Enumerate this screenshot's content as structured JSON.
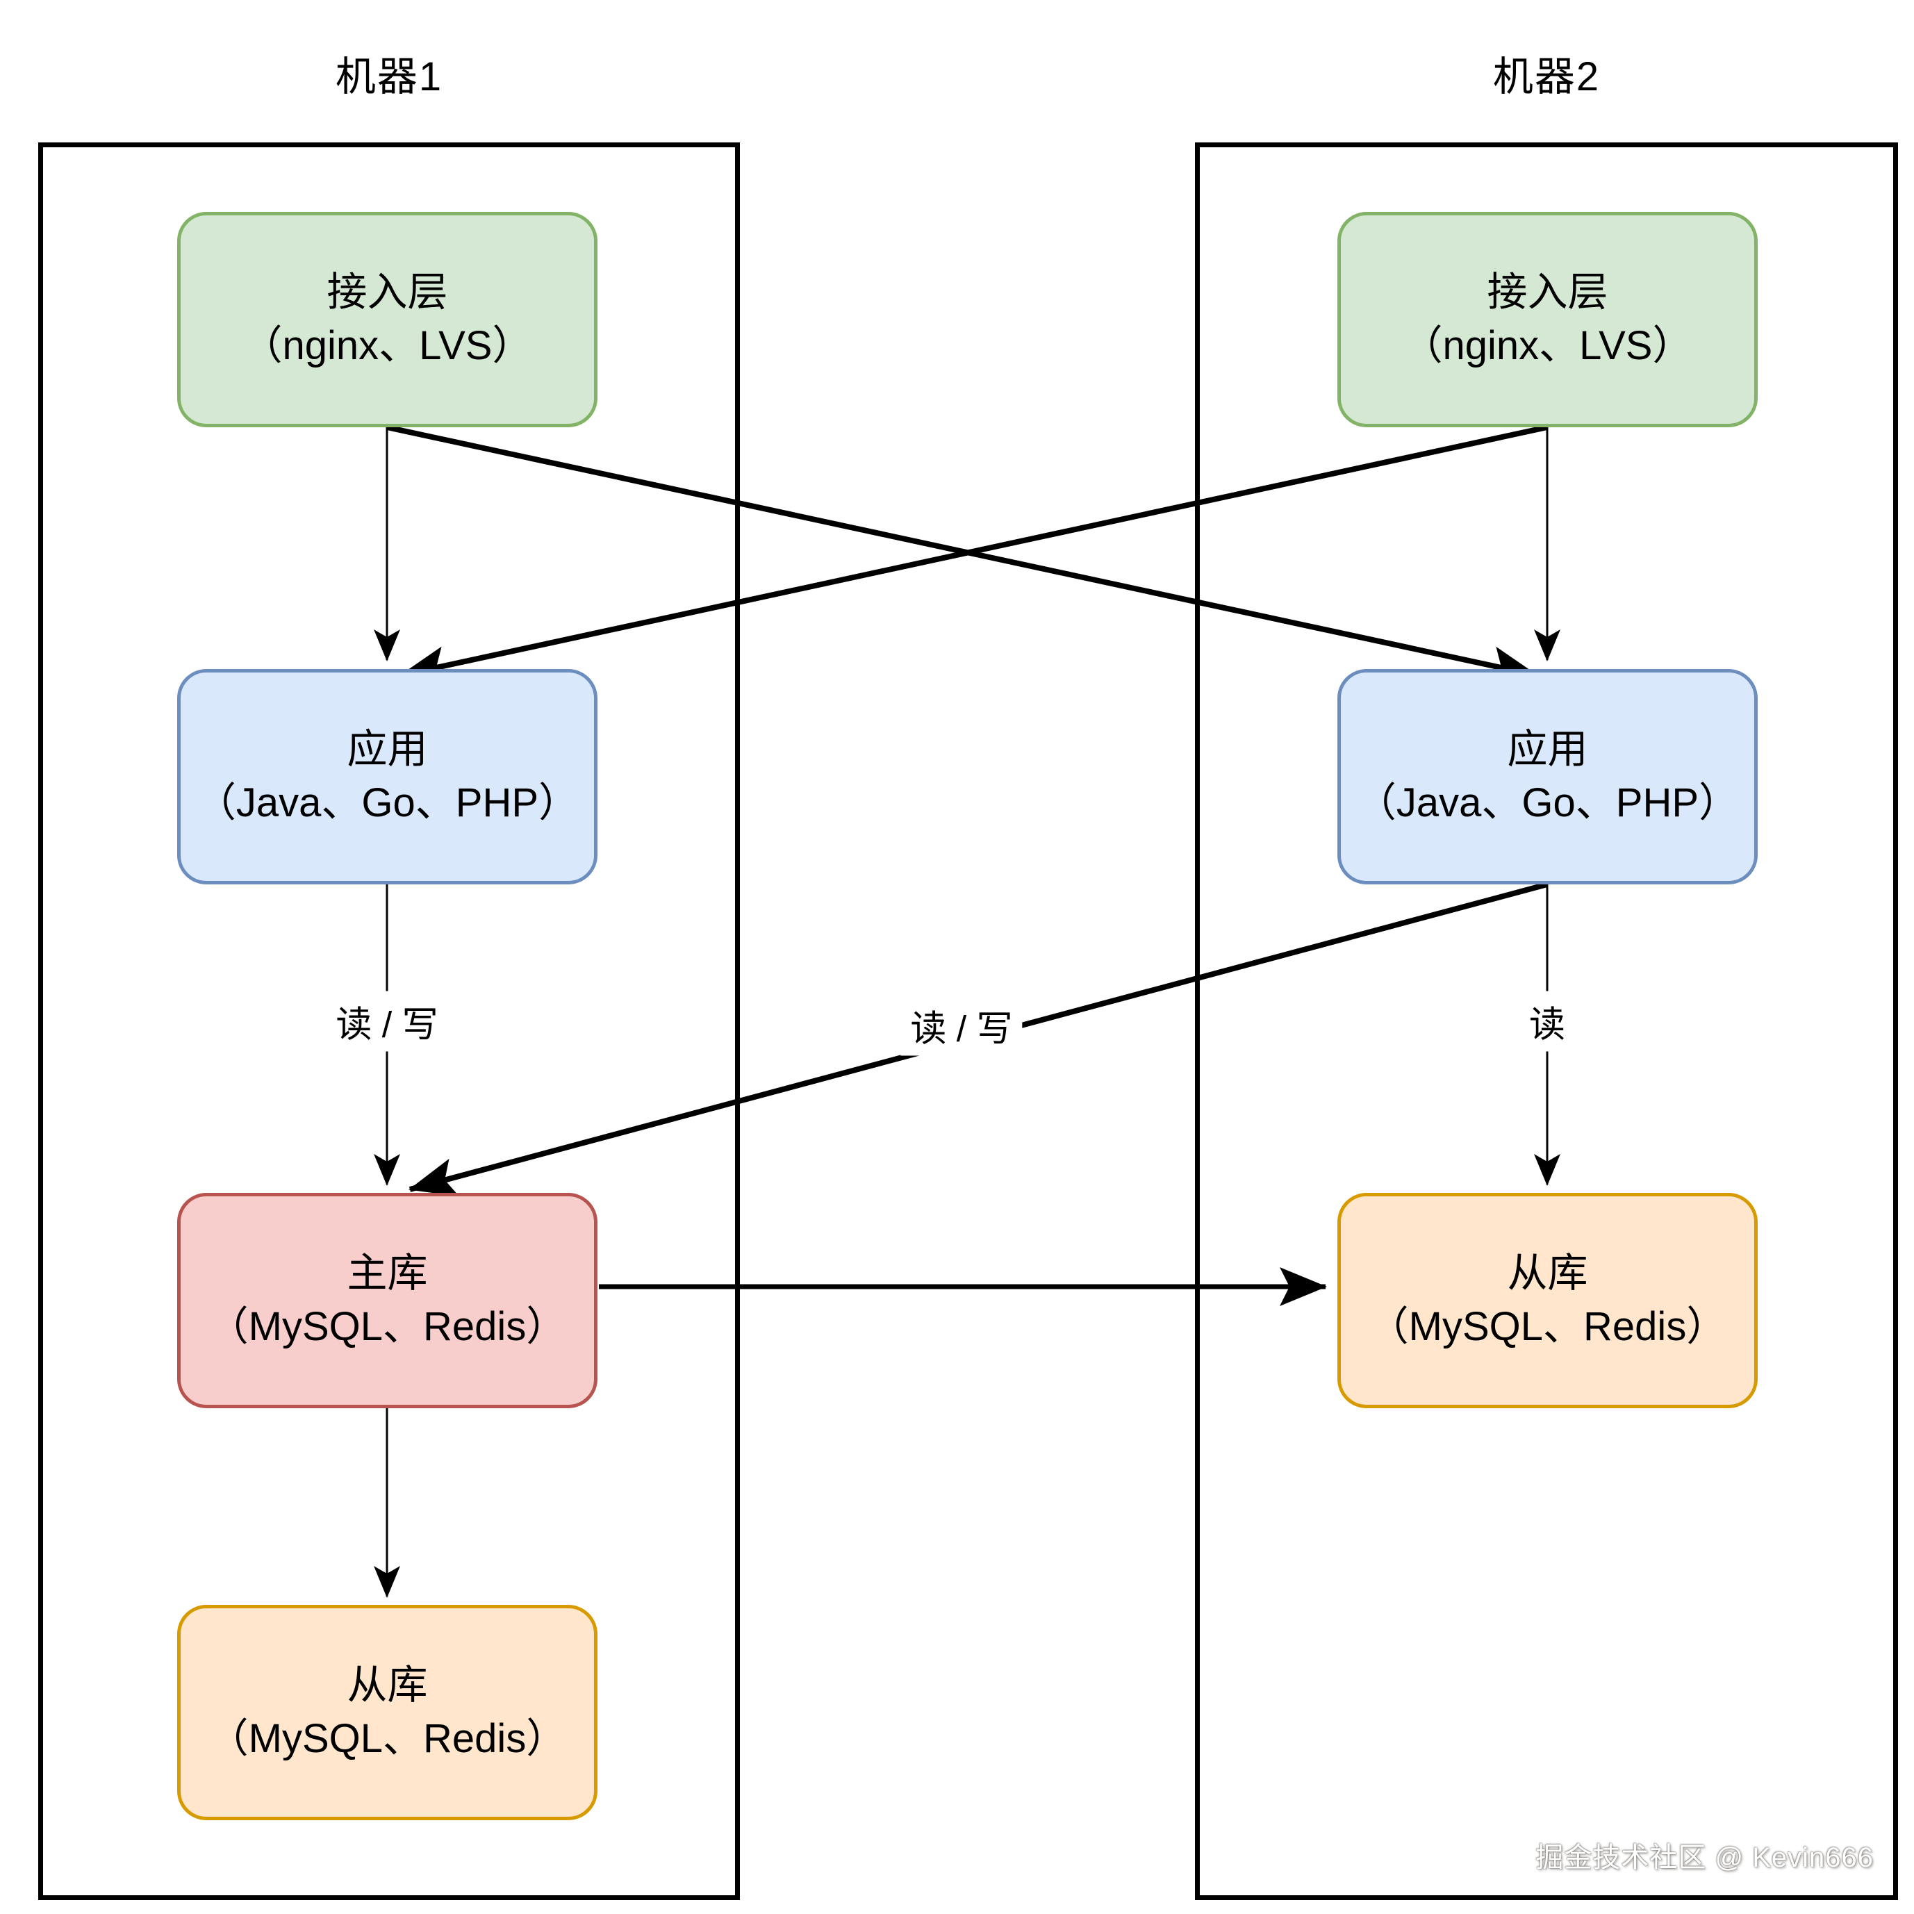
{
  "titles": {
    "machine1": "机器1",
    "machine2": "机器2"
  },
  "machine1": {
    "access": {
      "line1": "接入层",
      "line2": "（nginx、LVS）"
    },
    "app": {
      "line1": "应用",
      "line2": "（Java、Go、PHP）"
    },
    "master": {
      "line1": "主库",
      "line2": "（MySQL、Redis）"
    },
    "slave": {
      "line1": "从库",
      "line2": "（MySQL、Redis）"
    }
  },
  "machine2": {
    "access": {
      "line1": "接入层",
      "line2": "（nginx、LVS）"
    },
    "app": {
      "line1": "应用",
      "line2": "（Java、Go、PHP）"
    },
    "slave": {
      "line1": "从库",
      "line2": "（MySQL、Redis）"
    }
  },
  "edge_labels": {
    "m1_app_to_master": "读 / 写",
    "m2_app_to_master": "读 / 写",
    "m2_app_to_slave": "读"
  },
  "watermark": "掘金技术社区 @ Kevin666",
  "colors": {
    "access": {
      "fill": "#d5e8d4",
      "stroke": "#82b366"
    },
    "app": {
      "fill": "#dae8fc",
      "stroke": "#6c8ebf"
    },
    "master": {
      "fill": "#f8cecc",
      "stroke": "#b85450"
    },
    "slave": {
      "fill": "#ffe6cc",
      "stroke": "#d79b00"
    },
    "line": "#000000"
  }
}
